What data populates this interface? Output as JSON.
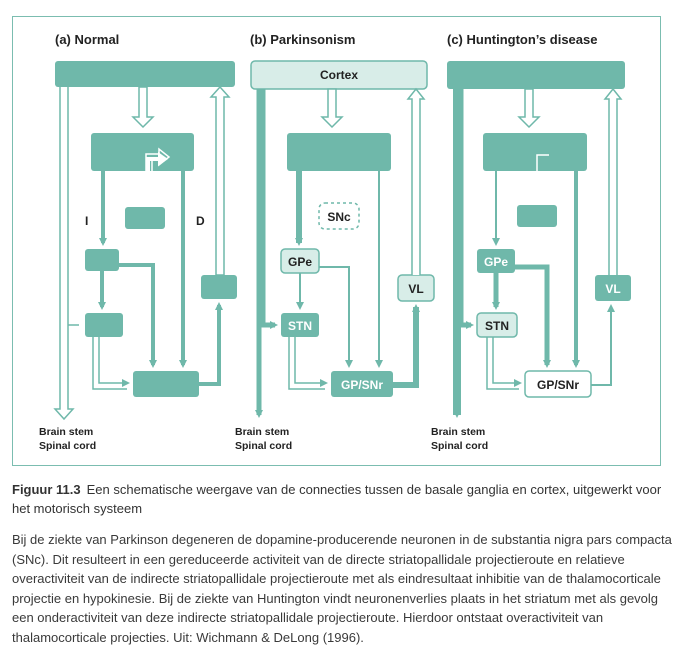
{
  "panels": {
    "a": {
      "title": "(a) Normal",
      "pathway_labels": {
        "indirect": "I",
        "direct": "D"
      }
    },
    "b": {
      "title": "(b) Parkinsonism",
      "cortex": "Cortex",
      "snc": "SNc",
      "gpe": "GPe",
      "stn": "STN",
      "gp_snr": "GP/SNr",
      "vl": "VL"
    },
    "c": {
      "title": "(c) Huntington’s disease",
      "gpe": "GPe",
      "stn": "STN",
      "gp_snr": "GP/SNr",
      "vl": "VL"
    }
  },
  "outputs": {
    "line1": "Brain stem",
    "line2": "Spinal cord"
  },
  "colors": {
    "teal": "#6fb8aa",
    "light": "#d8ede8",
    "border": "#7bbdb0"
  },
  "caption": {
    "label": "Figuur 11.3",
    "text": "Een schematische weergave van de connecties tussen de basale ganglia en cortex, uitgewerkt voor het motorisch systeem"
  },
  "body_text": "Bij de ziekte van Parkinson degeneren de dopamine-producerende neuronen in de substantia nigra pars compacta (SNc). Dit resulteert in een gereduceerde activiteit van de directe striatopallidale projectieroute en relatieve overactiviteit van de indirecte striatopallidale projectieroute met als eindresultaat inhibitie van de thalamocorticale projectie en hypokinesie. Bij de ziekte van Huntington vindt neuronenverlies plaats in het striatum met als gevolg een onderactiviteit van deze indirecte striatopallidale projectieroute. Hierdoor ontstaat overactiviteit van thalamocorticale projecties. Uit: Wichmann & DeLong (1996)."
}
